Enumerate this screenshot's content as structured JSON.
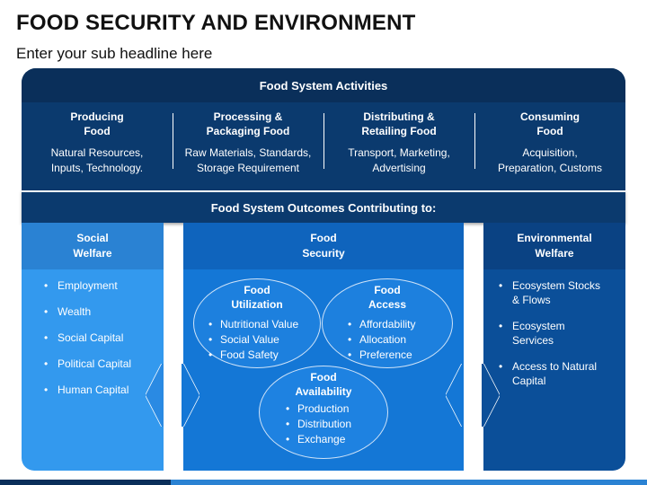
{
  "header": {
    "title": "FOOD SECURITY AND ENVIRONMENT",
    "subtitle": "Enter your sub headline here"
  },
  "activities": {
    "header": "Food System Activities",
    "columns": [
      {
        "name": "Producing\nFood",
        "desc": "Natural Resources,\nInputs, Technology."
      },
      {
        "name": "Processing &\nPackaging Food",
        "desc": "Raw Materials, Standards,\nStorage Requirement"
      },
      {
        "name": "Distributing &\nRetailing Food",
        "desc": "Transport, Marketing,\nAdvertising"
      },
      {
        "name": "Consuming\nFood",
        "desc": "Acquisition,\nPreparation, Customs"
      }
    ]
  },
  "outcomes": {
    "header": "Food System Outcomes Contributing to:"
  },
  "social": {
    "header": "Social\nWelfare",
    "items": [
      "Employment",
      "Wealth",
      "Social Capital",
      "Political Capital",
      "Human Capital"
    ]
  },
  "food_security": {
    "header": "Food\nSecurity",
    "utilization": {
      "title": "Food\nUtilization",
      "items": [
        "Nutritional Value",
        "Social Value",
        "Food Safety"
      ]
    },
    "access": {
      "title": "Food\nAccess",
      "items": [
        "Affordability",
        "Allocation",
        "Preference"
      ]
    },
    "availability": {
      "title": "Food\nAvailability",
      "items": [
        "Production",
        "Distribution",
        "Exchange"
      ]
    }
  },
  "environmental": {
    "header": "Environmental\nWelfare",
    "items": [
      "Ecosystem Stocks\n& Flows",
      "Ecosystem\nServices",
      "Access to Natural\nCapital"
    ]
  },
  "colors": {
    "navy": "#0b3a6e",
    "dark_navy": "#0a2f5a",
    "social_blue": "#3399ee",
    "food_blue": "#1477d6",
    "env_blue": "#0b4f99"
  }
}
